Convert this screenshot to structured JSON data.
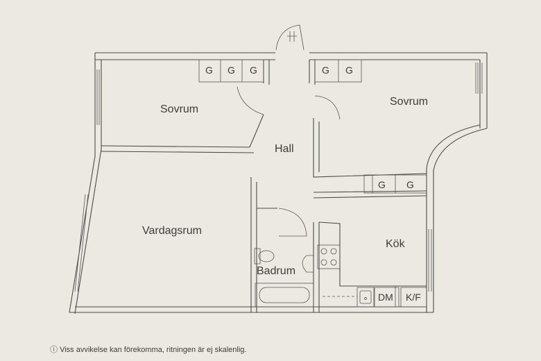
{
  "rooms": {
    "sovrum_left": "Sovrum",
    "sovrum_right": "Sovrum",
    "hall": "Hall",
    "vardagsrum": "Vardagsrum",
    "badrum": "Badrum",
    "kok": "Kök"
  },
  "closets": {
    "left_codes": [
      "G",
      "G",
      "G"
    ],
    "top_right_codes": [
      "G",
      "G"
    ],
    "bottom_right_codes": [
      "G",
      "G"
    ]
  },
  "kitchen_codes": {
    "dm": "DM",
    "kf": "K/F"
  },
  "note": {
    "icon": "info-icon",
    "text": "Viss avvikelse kan förekomma, ritningen är ej skalenlig."
  },
  "colors": {
    "paper": "#ece9e3",
    "ink": "#4a4a4a"
  }
}
